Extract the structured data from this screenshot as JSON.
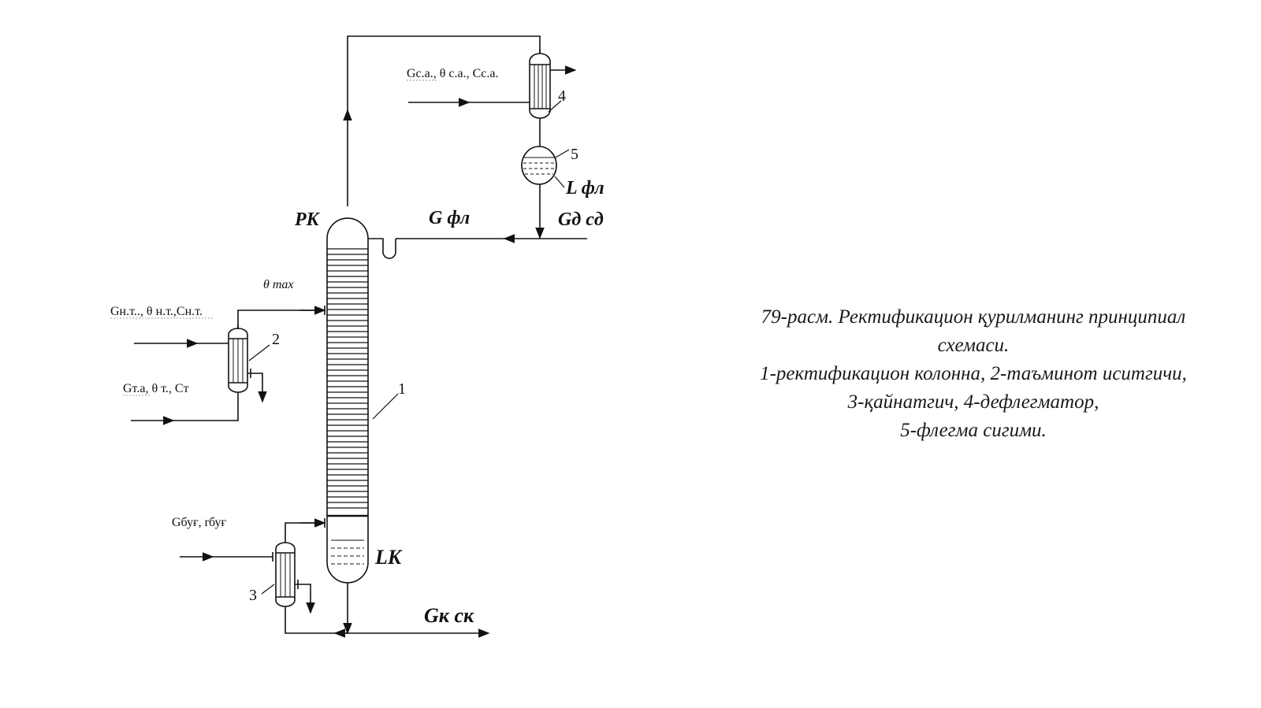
{
  "figure": {
    "caption_lines": [
      "79-расм. Ректификацион қурилманинг принципиал",
      "схемаси.",
      "1-ректификацион колонна, 2-таъминот иситгичи,",
      "3-қайнатгич, 4-дефлегматор,",
      "5-флегма сигими."
    ]
  },
  "diagram": {
    "labels": {
      "cooling_agent": "Gс.а., θ с.а., Cс.а.",
      "feed": "Gн.т.., θ н.т.,Cн.т.",
      "heating_agent": "Gт.а, θ т., Cт",
      "steam": "Gбуғ, rбуғ",
      "theta_max": "θ max",
      "pressure_top": "PK",
      "reflux_flow": "G фл",
      "distillate": "Gд cд",
      "reflux_level": "L фл",
      "bottom_level": "LK",
      "bottoms": "Gк cк"
    },
    "numbers": {
      "column": "1",
      "feed_heater": "2",
      "reboiler": "3",
      "dephlegmator": "4",
      "reflux_drum": "5"
    }
  }
}
